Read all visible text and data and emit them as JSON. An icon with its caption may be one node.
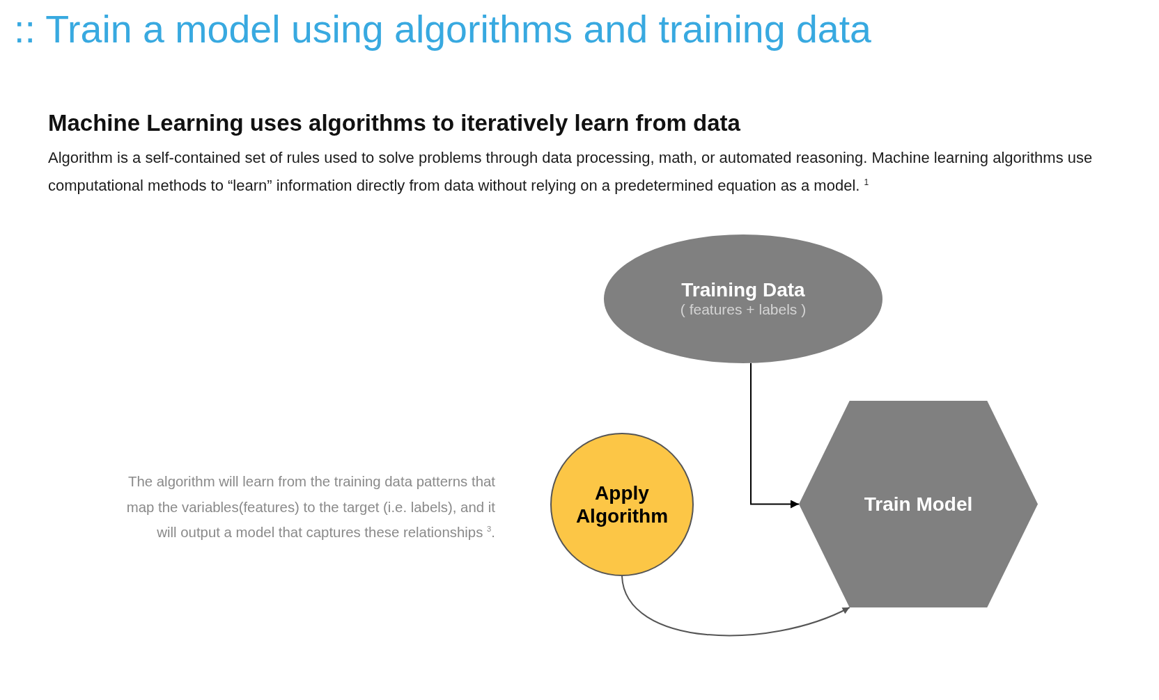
{
  "diagram": {
    "title": ":: Train a model using algorithms and training data",
    "nodes": [
      {
        "text": [
          "Training Data",
          "( features + labels )"
        ]
      },
      {
        "text": [
          "Apply Algorithm"
        ]
      },
      {
        "text": [
          "Train Model"
        ]
      }
    ],
    "edges": [
      {
        "from": 0,
        "to": 2,
        "arrow": "to"
      },
      {
        "from": 1,
        "to": 2,
        "arrow": "to",
        "color": "#555555"
      }
    ],
    "labels": [
      "Machine Learning uses algorithms to iteratively learn from data",
      "Algorithm is a self-contained set of rules used to solve problems through data processing, math, or automated reasoning. Machine learning algorithms use computational methods to “learn” information directly from data without relying on a predetermined equation as a model. $^{1}$",
      "The algorithm will learn from the training data patterns that map the variables(features) to the target (i.e. labels), and it will output a model that captures these relationships $^{3}$."
    ]
  }
}
